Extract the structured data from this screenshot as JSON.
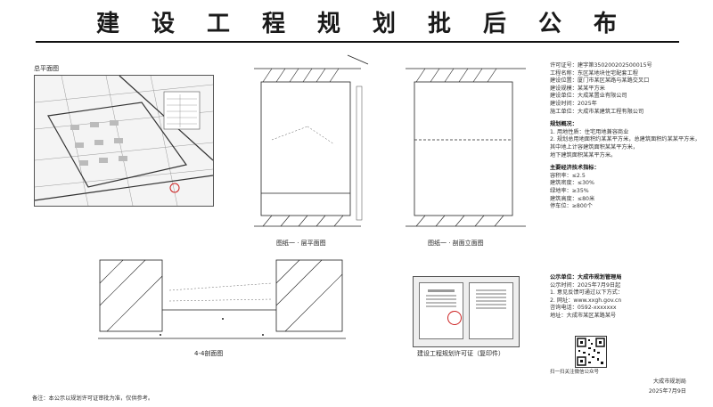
{
  "header": {
    "title": "建设工程规划批后公布"
  },
  "site_plan": {
    "caption": "总平面图"
  },
  "drawings": {
    "elev1": "图纸一 · 层平面图",
    "elev2": "图纸一 · 剖面立面图",
    "section": "4-4剖面图",
    "permit": "建设工程规划许可证（复印件）"
  },
  "info": {
    "lines": [
      "许可证号：建字第350200202500015号",
      "工程名称：东区某地块住宅配套工程",
      "建设位置：厦门市某区某路与某路交叉口",
      "建设规模：某某平方米",
      "建设单位：大成某置业有限公司",
      "建设时间：2025年",
      "施工单位：大成市某建筑工程有限公司"
    ],
    "overview_title": "规划概况：",
    "overview": [
      "1. 用地性质：住宅用地兼容商业",
      "2. 规划总用地面积约某某平方米，总建筑面积约某某平方米，",
      "其中地上计容建筑面积某某平方米，",
      "地下建筑面积某某平方米。"
    ],
    "indicators_title": "主要经济技术指标：",
    "indicators": [
      "容积率：≤2.5",
      "建筑密度：≤30%",
      "绿地率：≥35%",
      "建筑高度：≤80米",
      "停车位：≥800个"
    ],
    "notice_title": "公示单位：大成市规划管理局",
    "notice": [
      "公示时间：2025年7月9日起",
      "1. 意见反馈可通过以下方式：",
      "2. 网址：www.xxgh.gov.cn",
      "咨询电话：0592-xxxxxxx",
      "地址：大成市某区某路某号"
    ],
    "qr_caption": "扫一扫关注微信公众号",
    "office": "大成市规划局",
    "date": "2025年7月9日"
  },
  "footer": {
    "note": "备注：本公示以规划许可证审批为准，仅供参考。"
  }
}
